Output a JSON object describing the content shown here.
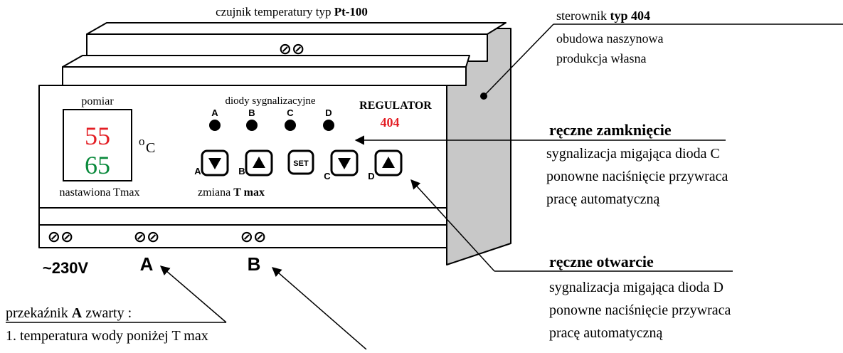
{
  "top_label": {
    "prefix": "czujnik temperatury  typ ",
    "bold": "Pt-100"
  },
  "controller_note": {
    "line1_prefix": "sterownik ",
    "line1_bold": "typ 404",
    "line2": "obudowa naszynowa",
    "line3": "produkcja własna"
  },
  "terminal_symbol": "⊘⊘",
  "display": {
    "title": "pomiar",
    "value_red": "55",
    "value_green": "65",
    "unit_o": "o",
    "unit_c": "C",
    "caption": "nastawiona Tmax"
  },
  "leds": {
    "title": "diody sygnalizacyjne",
    "labels": [
      "A",
      "B",
      "C",
      "D"
    ]
  },
  "brand": {
    "name": "REGULATOR",
    "model": "404"
  },
  "buttons": {
    "labels": [
      "A",
      "B",
      "",
      "C",
      "D"
    ],
    "set_label": "SET",
    "caption_prefix": "zmiana ",
    "caption_bold": "T max"
  },
  "terminals": {
    "power": "~230V",
    "a": "A",
    "b": "B"
  },
  "manual_close": {
    "title": "ręczne zamknięcie",
    "line1": "sygnalizacja migająca dioda C",
    "line2": "ponowne naciśnięcie przywraca",
    "line3": " pracę automatyczną"
  },
  "manual_open": {
    "title": "ręczne  otwarcie",
    "line1": "sygnalizacja migająca dioda D",
    "line2": "ponowne naciśnięcie przywraca",
    "line3": " pracę automatyczną"
  },
  "relay": {
    "line1_prefix": "przekaźnik ",
    "line1_bold": "A",
    "line1_suffix": " zwarty :",
    "line2": "1. temperatura wody poniżej T max"
  },
  "colors": {
    "red": "#e31e24",
    "green": "#0a8a3c",
    "case_gray": "#c8c8c8",
    "line": "#000000"
  }
}
